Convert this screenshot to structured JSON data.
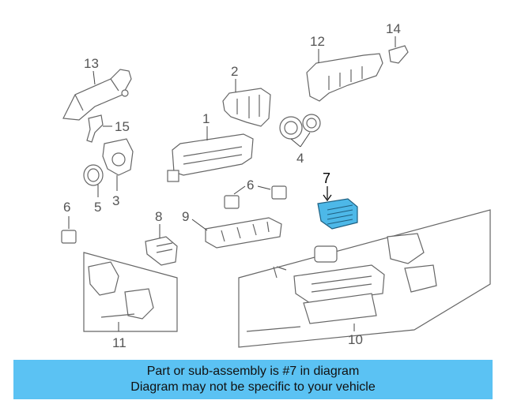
{
  "labels": {
    "l1": "1",
    "l2": "2",
    "l3": "3",
    "l4": "4",
    "l5": "5",
    "l6a": "6",
    "l6b": "6",
    "l7": "7",
    "l8": "8",
    "l9": "9",
    "l10": "10",
    "l11": "11",
    "l12": "12",
    "l13": "13",
    "l14": "14",
    "l15": "15"
  },
  "highlight": {
    "part_number": "7",
    "color": "#4db8e8"
  },
  "banner": {
    "line1": "Part or sub-assembly is #7 in diagram",
    "line2": "Diagram may not be specific to your vehicle",
    "color": "#5bc2f3"
  }
}
